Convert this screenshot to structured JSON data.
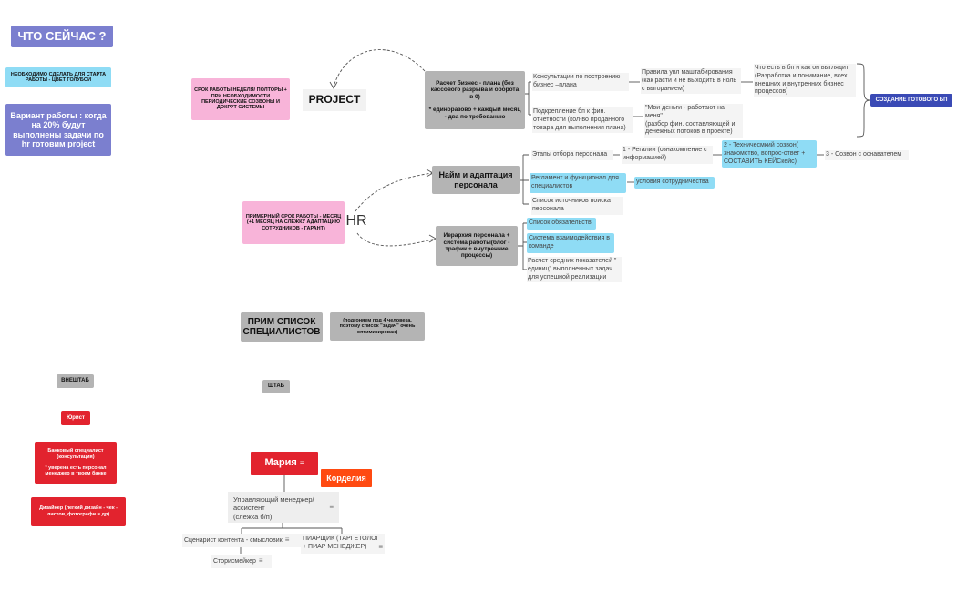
{
  "colors": {
    "purple": "#7b7fcf",
    "cyan": "#8fdcf5",
    "pink": "#f8b4d9",
    "gray": "#b4b4b4",
    "light": "#f2f2f2",
    "red": "#e2232e",
    "orange": "#ff4a11",
    "navy": "#3a4ab5"
  },
  "left": {
    "title": "ЧТО СЕЙЧАС ?",
    "note_cyan": "НЕОБХОДИМО СДЕЛАТЬ ДЛЯ СТАРТА РАБОТЫ - ЦВЕТ ГОЛУБОЙ",
    "variant": "Вариант работы : когда на 20% будут выполнены задачи по hr готовим project",
    "vneshtab": "ВНЕШТАБ",
    "jurist": "Юрист",
    "bank": "Банковый специалист (консультация)\n\n* уверена есть персонал менеджер в твоем банке",
    "designer": "Дизайнер (легкий дизайн - чек - листов, фотографи и др)"
  },
  "project": {
    "pink_note": "СРОК РАБОТЫ НЕДЕЛЯ/ ПОЛТОРЫ + ПРИ НЕОБХОДИМОСТИ ПЕРИОДИЧЕСКИЕ СОЗВОНЫ И ДОКРУТ СИСТЕМЫ",
    "label": "PROJECT",
    "calc": "Расчет бизнес - плана (без кассового разрыва и оборота в 0)\n\n* единоразово + каждый месяц - два по требованию",
    "consult": "Консультации по построению бизнес –плана",
    "rules": "Правила увл маштабирования (как расти и не выходить в ноль с выгоранием)",
    "what_bp": "Что есть в бп и как он выглядит (Разработка и понимание, всех внешних и внутренних бизнес процессов)",
    "support": "Подкрепление бп к фин. отчетности (кол-во проданного товара для выполнения плана)",
    "money": "\"Мои деньги - работают на меня\"\n(разбор фин. составляющей и денежных потоков в проекте)",
    "create_bp": "СОЗДАНИЕ ГОТОВОГО БП"
  },
  "hr": {
    "pink_note": "ПРИМЕРНЫЙ СРОК РАБОТЫ - МЕСЯЦ\n(+1 МЕСЯЦ НА СЛЕЖКУ АДАПТАЦИЮ СОТРУДНИКОВ - ГАРАНТ)",
    "label": "HR",
    "hire": "Найм и адаптация персонала",
    "stages": "Этапы отбора персонала",
    "step1": "1 - Регалии (ознакомление с информацией)",
    "step2": "2 - Техничесмкий созвон( знакомство, вопрос-ответ + СОСТАВИТЬ КЕЙСкейс)",
    "step3": "3 - Созвон с оснавателем",
    "reglament": "Регламент и функционал для специалистов",
    "conditions": "условия сотрудничества",
    "sources": "Список источников поиска персонала",
    "hierarchy": "Иерархия персонала + система работы(блог - трафик + внутренние процессы)",
    "duties": "Список обязательств",
    "interaction": "Система взаимодействия в команде",
    "metrics": "Расчет средних показателей \" единиц\" выполненных задач для успешной реализации"
  },
  "staff": {
    "title": "ПРИМ СПИСОК СПЕЦИАЛИСТОВ",
    "note": "(подгоняем под 4 человека. поэтому список \"задач\" очень оптимизирован)",
    "shtab": "ШТАБ",
    "maria": "Мария",
    "kordelia": "Корделия",
    "manager": "Управляющий менеджер/ ассистент\n(слежка б/п)",
    "scenarist": "Сценарист контента - смысловик",
    "pr": "ПИАРЩИК (ТАРГЕТОЛОГ + ПИАР МЕНЕДЖЕР)",
    "stories": "Сторисмейкер"
  }
}
